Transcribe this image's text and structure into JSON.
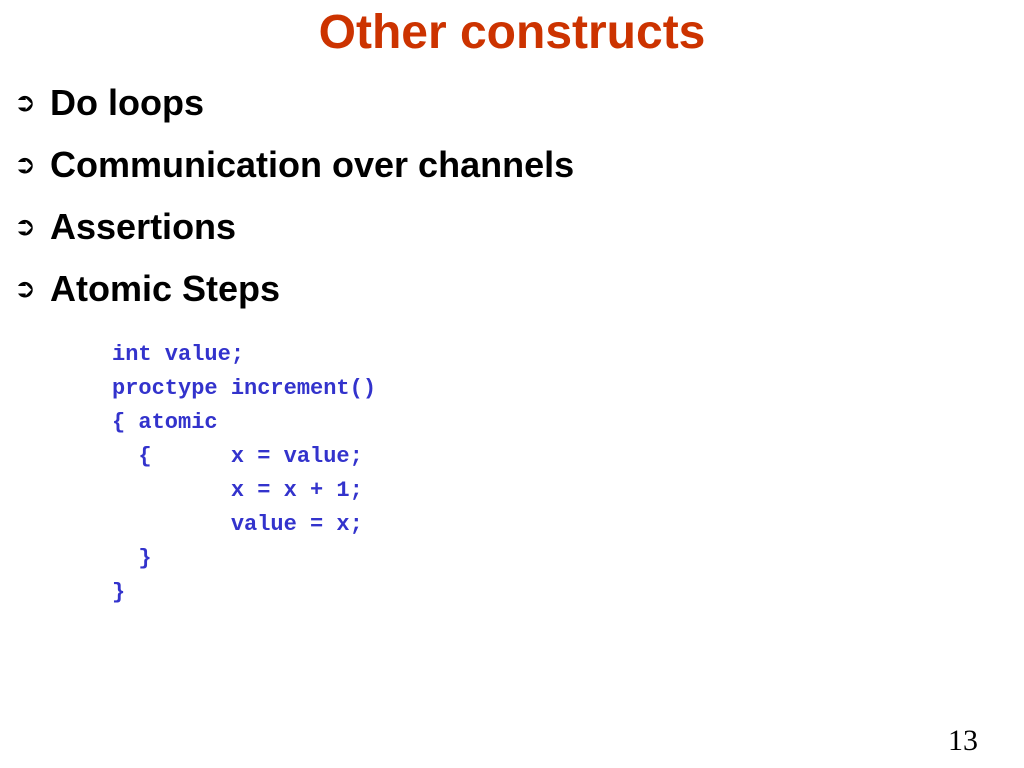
{
  "slide": {
    "title": "Other constructs",
    "bullets": [
      {
        "icon": "right-arrow-icon",
        "text": "Do loops"
      },
      {
        "icon": "right-arrow-icon",
        "text": "Communication over channels"
      },
      {
        "icon": "right-arrow-icon",
        "text": "Assertions"
      },
      {
        "icon": "right-arrow-icon",
        "text": "Atomic Steps"
      }
    ],
    "bullet_glyph": "➲",
    "code_lines": [
      "int value;",
      "proctype increment()",
      "{ atomic",
      "  {      x = value;",
      "         x = x + 1;",
      "         value = x;",
      "  }",
      "}"
    ],
    "page_number": "13"
  },
  "colors": {
    "title": "#cc3300",
    "code": "#3333cc",
    "text": "#000000",
    "background": "#ffffff"
  }
}
